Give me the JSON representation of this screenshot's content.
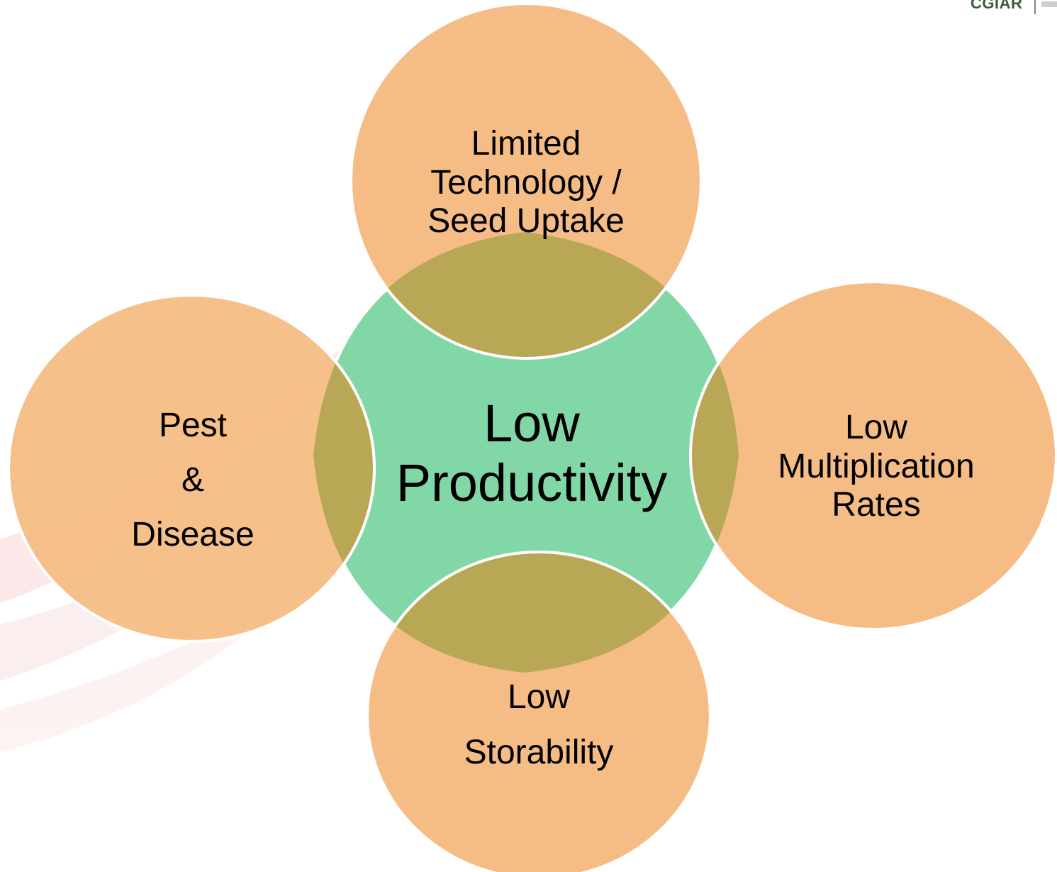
{
  "logo": {
    "text": "CGIAR"
  },
  "center": {
    "line1": "Low",
    "line2": "Productivity"
  },
  "top": {
    "line1": "Limited",
    "line2": "Technology /",
    "line3": "Seed Uptake"
  },
  "left": {
    "line1": "Pest",
    "line2": "&",
    "line3": "Disease"
  },
  "right": {
    "line1": "Low",
    "line2": "Multiplication",
    "line3": "Rates"
  },
  "bottom": {
    "line1": "Low",
    "line2": "Storability"
  },
  "colors": {
    "center_fill": "#82d7a7",
    "outer_fill": "#f5bd85",
    "overlap_fill": "#b8a855",
    "stroke": "#ffffff",
    "watermark": "#e8a0a0"
  }
}
